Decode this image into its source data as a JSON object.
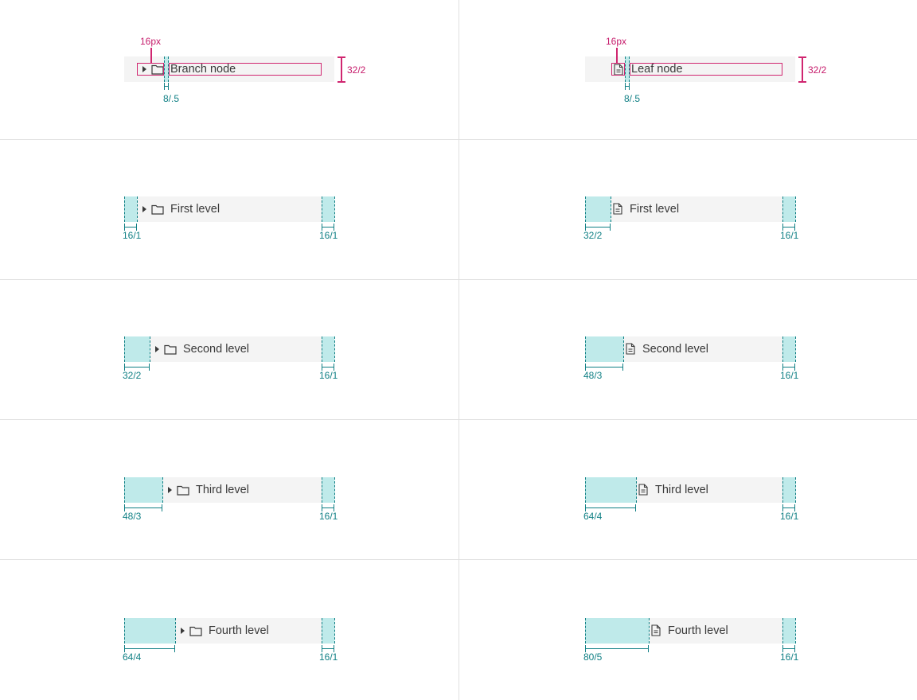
{
  "anatomy": {
    "branch": {
      "label": "Branch node",
      "icon_spacing": "16px",
      "gap": "8/.5",
      "height": "32/2"
    },
    "leaf": {
      "label": "Leaf node",
      "icon_spacing": "16px",
      "gap": "8/.5",
      "height": "32/2"
    }
  },
  "levels": {
    "branch": [
      {
        "label": "First level",
        "indent": "16/1",
        "end": "16/1"
      },
      {
        "label": "Second level",
        "indent": "32/2",
        "end": "16/1"
      },
      {
        "label": "Third level",
        "indent": "48/3",
        "end": "16/1"
      },
      {
        "label": "Fourth level",
        "indent": "64/4",
        "end": "16/1"
      }
    ],
    "leaf": [
      {
        "label": "First level",
        "indent": "32/2",
        "end": "16/1"
      },
      {
        "label": "Second level",
        "indent": "48/3",
        "end": "16/1"
      },
      {
        "label": "Third level",
        "indent": "64/4",
        "end": "16/1"
      },
      {
        "label": "Fourth level",
        "indent": "80/5",
        "end": "16/1"
      }
    ]
  },
  "colors": {
    "spacer": "#bfeaea",
    "measure": "#0f7f84",
    "magenta": "#d02670",
    "row_bg": "#f4f4f4",
    "text": "#393939"
  }
}
